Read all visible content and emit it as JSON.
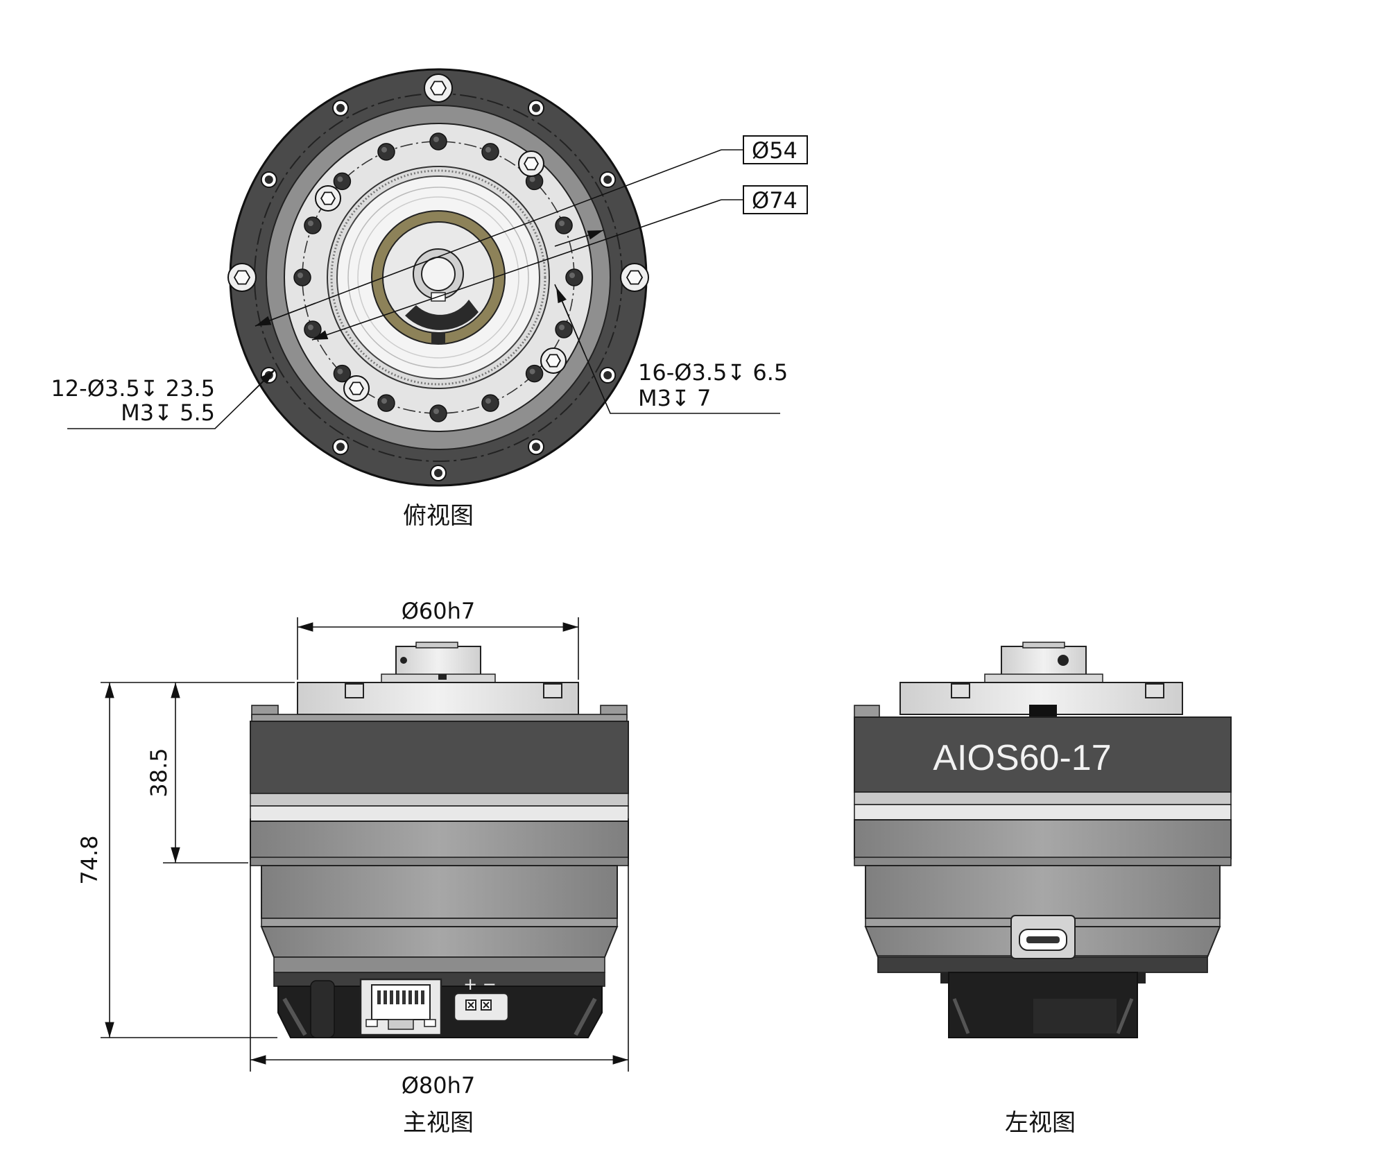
{
  "views": {
    "top": {
      "caption": "俯视图",
      "callout_d54": "Ø54",
      "callout_d74": "Ø74",
      "holes_left": {
        "line1": "12-Ø3.5↧ 23.5",
        "line2": "M3↧ 5.5"
      },
      "holes_right": {
        "line1": "16-Ø3.5↧ 6.5",
        "line2": "M3↧ 7"
      }
    },
    "front": {
      "caption": "主视图",
      "dim_top": "Ø60h7",
      "dim_bottom": "Ø80h7",
      "dim_height_total": "74.8",
      "dim_height_upper": "38.5",
      "power_label": "+ −"
    },
    "left": {
      "caption": "左视图",
      "model_label": "AIOS60-17"
    }
  },
  "colors": {
    "dark_housing": "#4d4d4d",
    "ring_gray": "#8f8f8f",
    "light_flange": "#e2e2e2",
    "bronze_ring": "#8d8259",
    "mid_gray": "#9a9a9a",
    "black_base": "#1e1e1e"
  }
}
